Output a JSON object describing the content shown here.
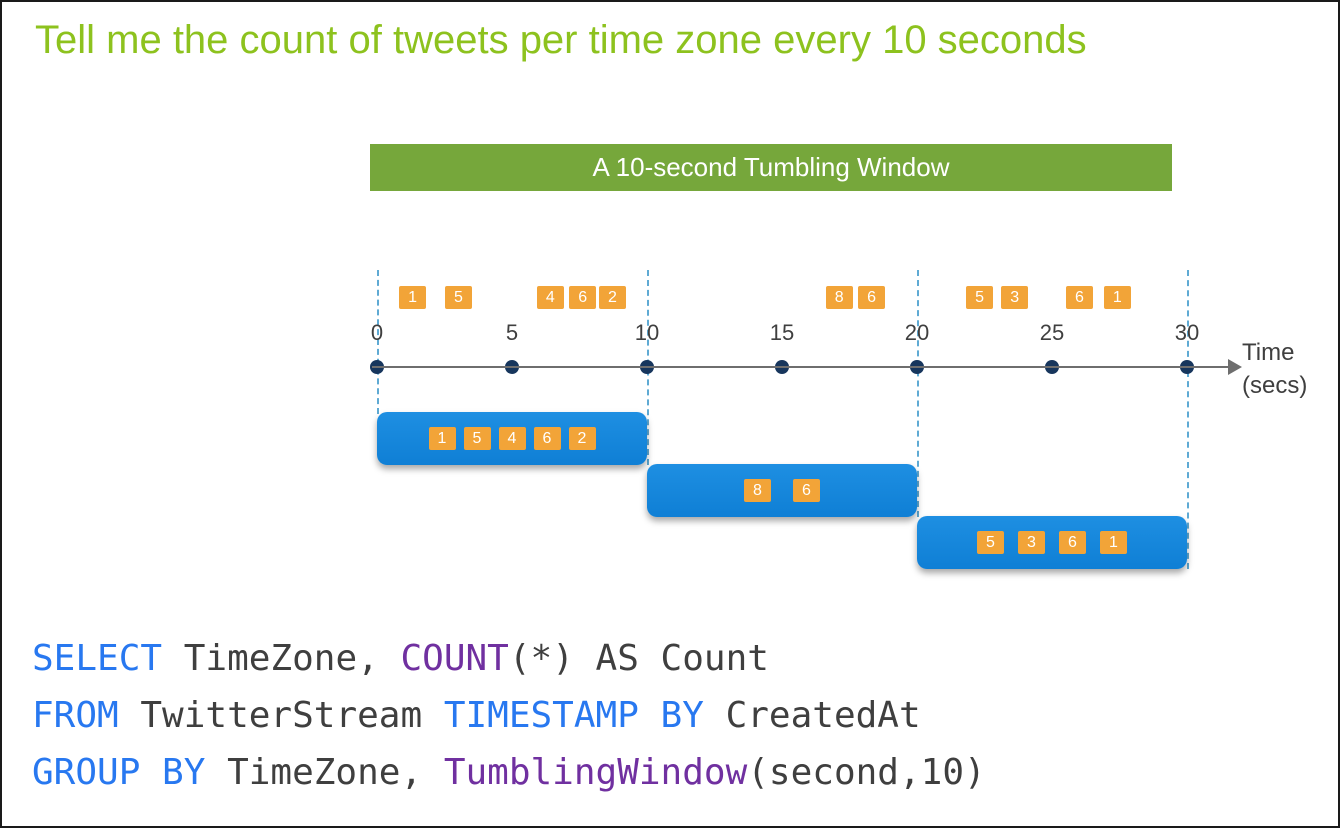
{
  "title": "Tell me the count of tweets per time zone every 10 seconds",
  "banner": {
    "label": "A 10-second Tumbling Window"
  },
  "timeline": {
    "ticks": [
      {
        "label": "0",
        "time": 0
      },
      {
        "label": "5",
        "time": 5
      },
      {
        "label": "10",
        "time": 10
      },
      {
        "label": "15",
        "time": 15
      },
      {
        "label": "20",
        "time": 20
      },
      {
        "label": "25",
        "time": 25
      },
      {
        "label": "30",
        "time": 30
      }
    ],
    "axis_label_line1": "Time",
    "axis_label_line2": "(secs)",
    "events": [
      {
        "value": "1",
        "time": 1.3
      },
      {
        "value": "5",
        "time": 3.0
      },
      {
        "value": "4",
        "time": 6.4
      },
      {
        "value": "6",
        "time": 7.6
      },
      {
        "value": "2",
        "time": 8.7
      },
      {
        "value": "8",
        "time": 17.1
      },
      {
        "value": "6",
        "time": 18.3
      },
      {
        "value": "5",
        "time": 22.3
      },
      {
        "value": "3",
        "time": 23.6
      },
      {
        "value": "6",
        "time": 26.0
      },
      {
        "value": "1",
        "time": 27.4
      }
    ],
    "boundaries": [
      0,
      10,
      20,
      30
    ]
  },
  "windows": [
    {
      "start": 0,
      "end": 10,
      "values": [
        "1",
        "5",
        "4",
        "6",
        "2"
      ]
    },
    {
      "start": 10,
      "end": 20,
      "values": [
        "8",
        "6"
      ]
    },
    {
      "start": 20,
      "end": 30,
      "values": [
        "5",
        "3",
        "6",
        "1"
      ]
    }
  ],
  "code": {
    "lines": [
      [
        {
          "type": "keyword",
          "text": "SELECT"
        },
        {
          "type": "plain",
          "text": " TimeZone, "
        },
        {
          "type": "function",
          "text": "COUNT"
        },
        {
          "type": "plain",
          "text": "(*) AS Count"
        }
      ],
      [
        {
          "type": "keyword",
          "text": "FROM"
        },
        {
          "type": "plain",
          "text": " TwitterStream "
        },
        {
          "type": "keyword",
          "text": "TIMESTAMP BY"
        },
        {
          "type": "plain",
          "text": " CreatedAt"
        }
      ],
      [
        {
          "type": "keyword",
          "text": "GROUP BY"
        },
        {
          "type": "plain",
          "text": " TimeZone, "
        },
        {
          "type": "function",
          "text": "TumblingWindow"
        },
        {
          "type": "plain",
          "text": "(second,10)"
        }
      ]
    ]
  },
  "colors": {
    "title_green": "#8DC21E",
    "banner_green": "#76A73B",
    "window_blue": "#0F7FD5",
    "window_blue_light": "#1E8FE2",
    "event_orange": "#F2A438",
    "dot_navy": "#17365D",
    "axis_gray": "#6E6E6E",
    "dashed_blue": "#5FAAD4",
    "keyword_blue": "#2878F0",
    "function_purple": "#7030A0",
    "code_text": "#3F3F3F"
  }
}
